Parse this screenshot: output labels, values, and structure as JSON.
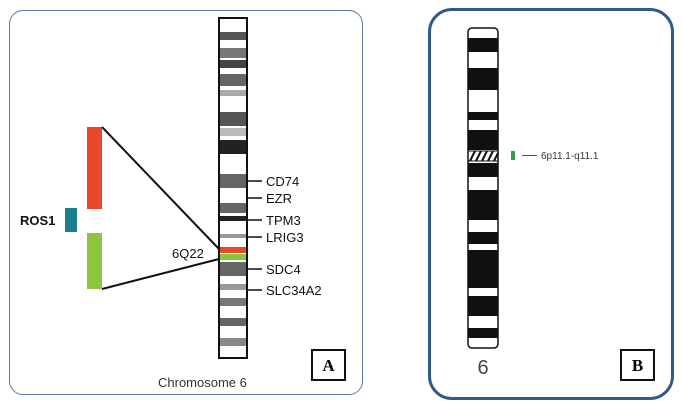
{
  "panel_a": {
    "letter": "A",
    "caption": "Chromosome 6",
    "ros1_label": "ROS1",
    "locus_label": "6Q22",
    "genes": [
      "CD74",
      "EZR",
      "TPM3",
      "LRIG3",
      "SDC4",
      "SLC34A2"
    ],
    "colors": {
      "ros1_5prime": "#e8492b",
      "ros1_3prime": "#8cc63f",
      "ros1_box": "#1a7f8e",
      "border": "#5b7aa6"
    }
  },
  "panel_b": {
    "letter": "B",
    "chromosome_number": "6",
    "band_label": "6p11.1-q11.1",
    "colors": {
      "marker": "#2e9e4f",
      "border": "#2f5a8a"
    }
  }
}
